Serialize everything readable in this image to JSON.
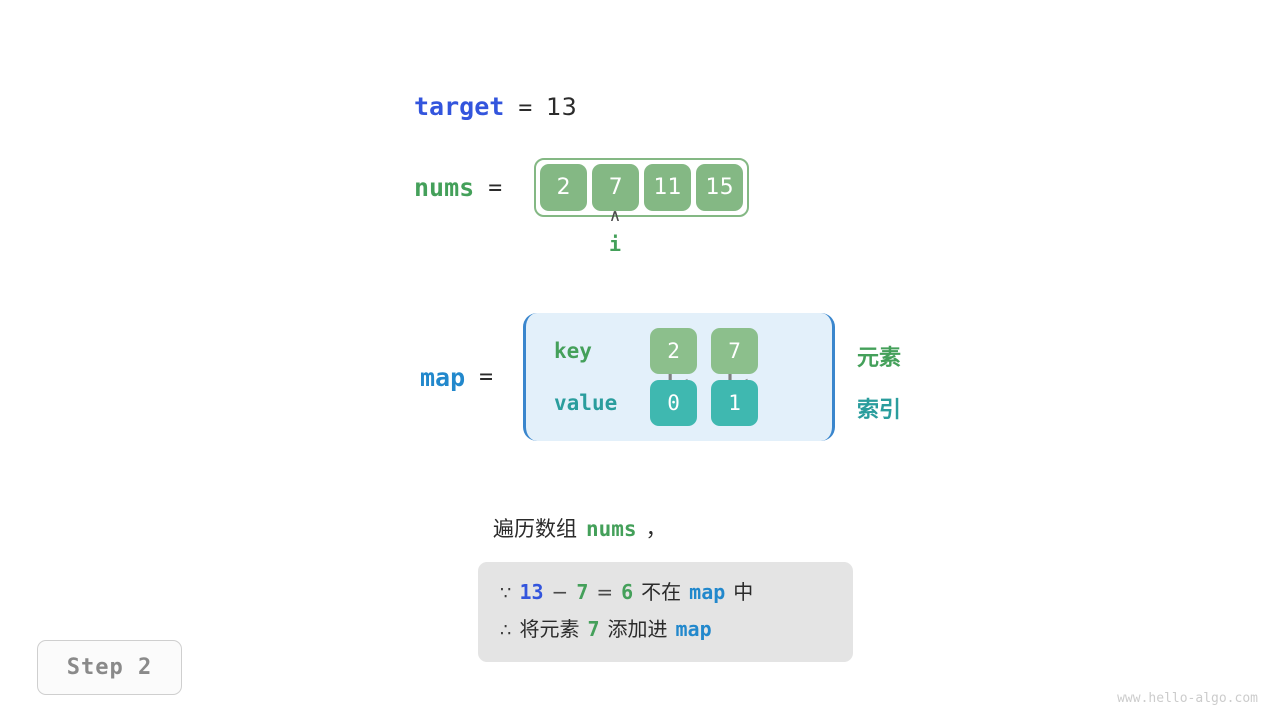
{
  "target": {
    "label": "target",
    "eq": "=",
    "value": "13"
  },
  "nums": {
    "label": "nums",
    "eq": "=",
    "cells": [
      "2",
      "7",
      "11",
      "15"
    ]
  },
  "pointer": {
    "caret": "∧",
    "name": "i",
    "index": 1
  },
  "map": {
    "label": "map",
    "eq": "=",
    "key_row_label": "key",
    "value_row_label": "value",
    "keys": [
      "2",
      "7"
    ],
    "values": [
      "0",
      "1"
    ],
    "legend_key": "元素",
    "legend_value": "索引"
  },
  "caption": {
    "prefix": "遍历数组",
    "var": "nums",
    "suffix": "，"
  },
  "note": {
    "line1": {
      "symbol": "∵",
      "a": "13",
      "minus": "−",
      "b": "7",
      "eq": "=",
      "result": "6",
      "text_mid": "不在",
      "map": "map",
      "text_end": "中"
    },
    "line2": {
      "symbol": "∴",
      "text_a": "将元素",
      "elem": "7",
      "text_b": "添加进",
      "map": "map"
    }
  },
  "step_badge": "Step 2",
  "watermark": "www.hello-algo.com",
  "colors": {
    "var_blue": "#3355dd",
    "var_light_blue": "#2288cc",
    "var_green": "#44a05a",
    "var_teal": "#2a9d9d",
    "array_cell": "#84b884",
    "map_key_cell": "#8cbf8c",
    "map_value_cell": "#3fb8b0",
    "map_bg": "#e3f0fa",
    "map_border": "#3a86cd",
    "note_bg": "#e4e4e4",
    "arrow": "#808080"
  }
}
